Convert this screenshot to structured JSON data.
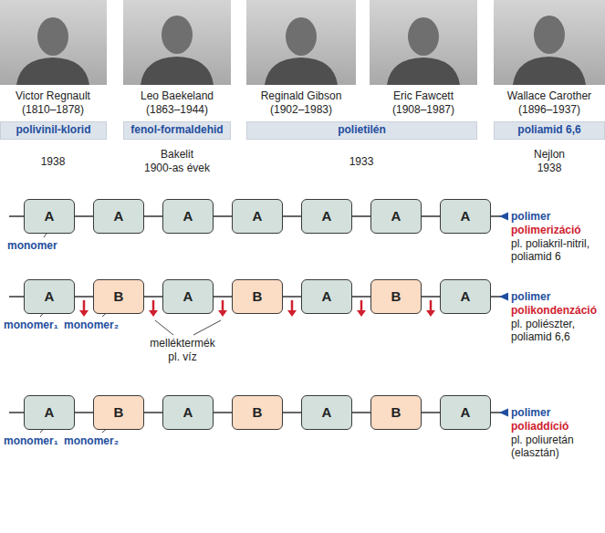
{
  "diagram": {
    "nodes": [
      {
        "text": [
          "polivinil-klorid"
        ]
      },
      {
        "text": [
          "fenol-formaldehid"
        ]
      },
      {
        "text": [
          "polietilén"
        ]
      },
      {
        "text": [
          "poliamid 6,6"
        ]
      },
      {
        "text": [
          "A"
        ]
      },
      {
        "text": [
          "A"
        ]
      },
      {
        "text": [
          "A"
        ]
      },
      {
        "text": [
          "A"
        ]
      },
      {
        "text": [
          "A"
        ]
      },
      {
        "text": [
          "A"
        ]
      },
      {
        "text": [
          "A"
        ]
      },
      {
        "text": [
          "A"
        ]
      },
      {
        "text": [
          "B"
        ]
      },
      {
        "text": [
          "A"
        ]
      },
      {
        "text": [
          "B"
        ]
      },
      {
        "text": [
          "A"
        ]
      },
      {
        "text": [
          "B"
        ]
      },
      {
        "text": [
          "A"
        ]
      },
      {
        "text": [
          "A"
        ]
      },
      {
        "text": [
          "B"
        ]
      },
      {
        "text": [
          "A"
        ]
      },
      {
        "text": [
          "B"
        ]
      },
      {
        "text": [
          "A"
        ]
      },
      {
        "text": [
          "B"
        ]
      },
      {
        "text": [
          "A"
        ]
      }
    ],
    "edges": [
      {
        "from": 4,
        "to": 5,
        "arrow": "none"
      },
      {
        "from": 5,
        "to": 6,
        "arrow": "none"
      },
      {
        "from": 6,
        "to": 7,
        "arrow": "none"
      },
      {
        "from": 7,
        "to": 8,
        "arrow": "none"
      },
      {
        "from": 8,
        "to": 9,
        "arrow": "none"
      },
      {
        "from": 9,
        "to": 10,
        "arrow": "none"
      },
      {
        "from": 11,
        "to": 12,
        "arrow": "none"
      },
      {
        "from": 12,
        "to": 13,
        "arrow": "none"
      },
      {
        "from": 13,
        "to": 14,
        "arrow": "none"
      },
      {
        "from": 14,
        "to": 15,
        "arrow": "none"
      },
      {
        "from": 15,
        "to": 16,
        "arrow": "none"
      },
      {
        "from": 16,
        "to": 17,
        "arrow": "none"
      },
      {
        "from": 18,
        "to": 19,
        "arrow": "none"
      },
      {
        "from": 19,
        "to": 20,
        "arrow": "none"
      },
      {
        "from": 20,
        "to": 21,
        "arrow": "none"
      },
      {
        "from": 21,
        "to": 22,
        "arrow": "none"
      },
      {
        "from": 22,
        "to": 23,
        "arrow": "none"
      },
      {
        "from": 23,
        "to": 24,
        "arrow": "none"
      }
    ],
    "labels": [
      "Victor Regnault",
      "(1810–1878)",
      "Leo Baekeland",
      "(1863–1944)",
      "Reginald Gibson",
      "(1902–1983)",
      "Eric Fawcett",
      "(1908–1987)",
      "Wallace Carother",
      "(1896–1937)",
      "1938",
      "Bakelit",
      "1900-as évek",
      "1933",
      "Nejlon",
      "1938",
      "monomer",
      "polimer",
      "polimerizáció",
      "pl. poliakril-nitril,",
      "poliamid 6",
      "monomer₁",
      "monomer₂",
      "melléktermék",
      "pl. víz",
      "polimer",
      "polikondenzáció",
      "pl. poliészter,",
      "poliamid 6,6",
      "monomer₁",
      "monomer₂",
      "polimer",
      "poliaddíció",
      "pl. poliuretán",
      "(elasztán)"
    ]
  }
}
